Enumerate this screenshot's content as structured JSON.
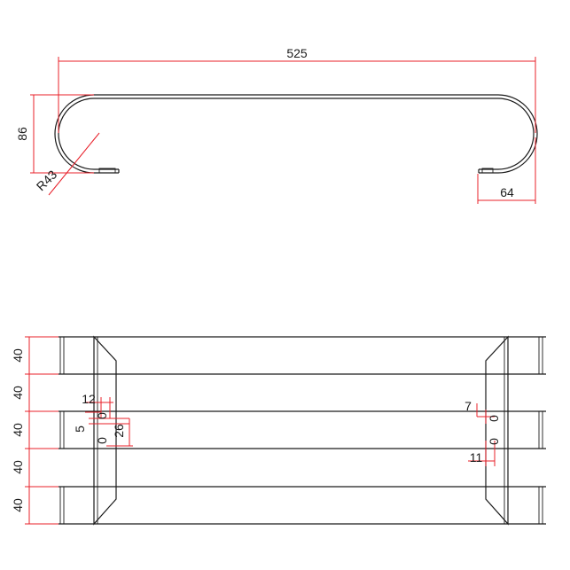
{
  "side_view": {
    "dim_length": "525",
    "dim_height": "86",
    "dim_radius": "R43",
    "dim_flange": "64"
  },
  "plan_view": {
    "slat_heights": [
      "40",
      "40",
      "40",
      "40",
      "40"
    ],
    "hole_dims": {
      "left_spacing": "12",
      "left_offset": "5",
      "left_width": "26",
      "right_offset": "7",
      "right_spacing": "11"
    },
    "hole_glyph": "0"
  },
  "colors": {
    "outline": "#1a1a1a",
    "dimension_line": "#e8202a",
    "background": "#ffffff"
  }
}
